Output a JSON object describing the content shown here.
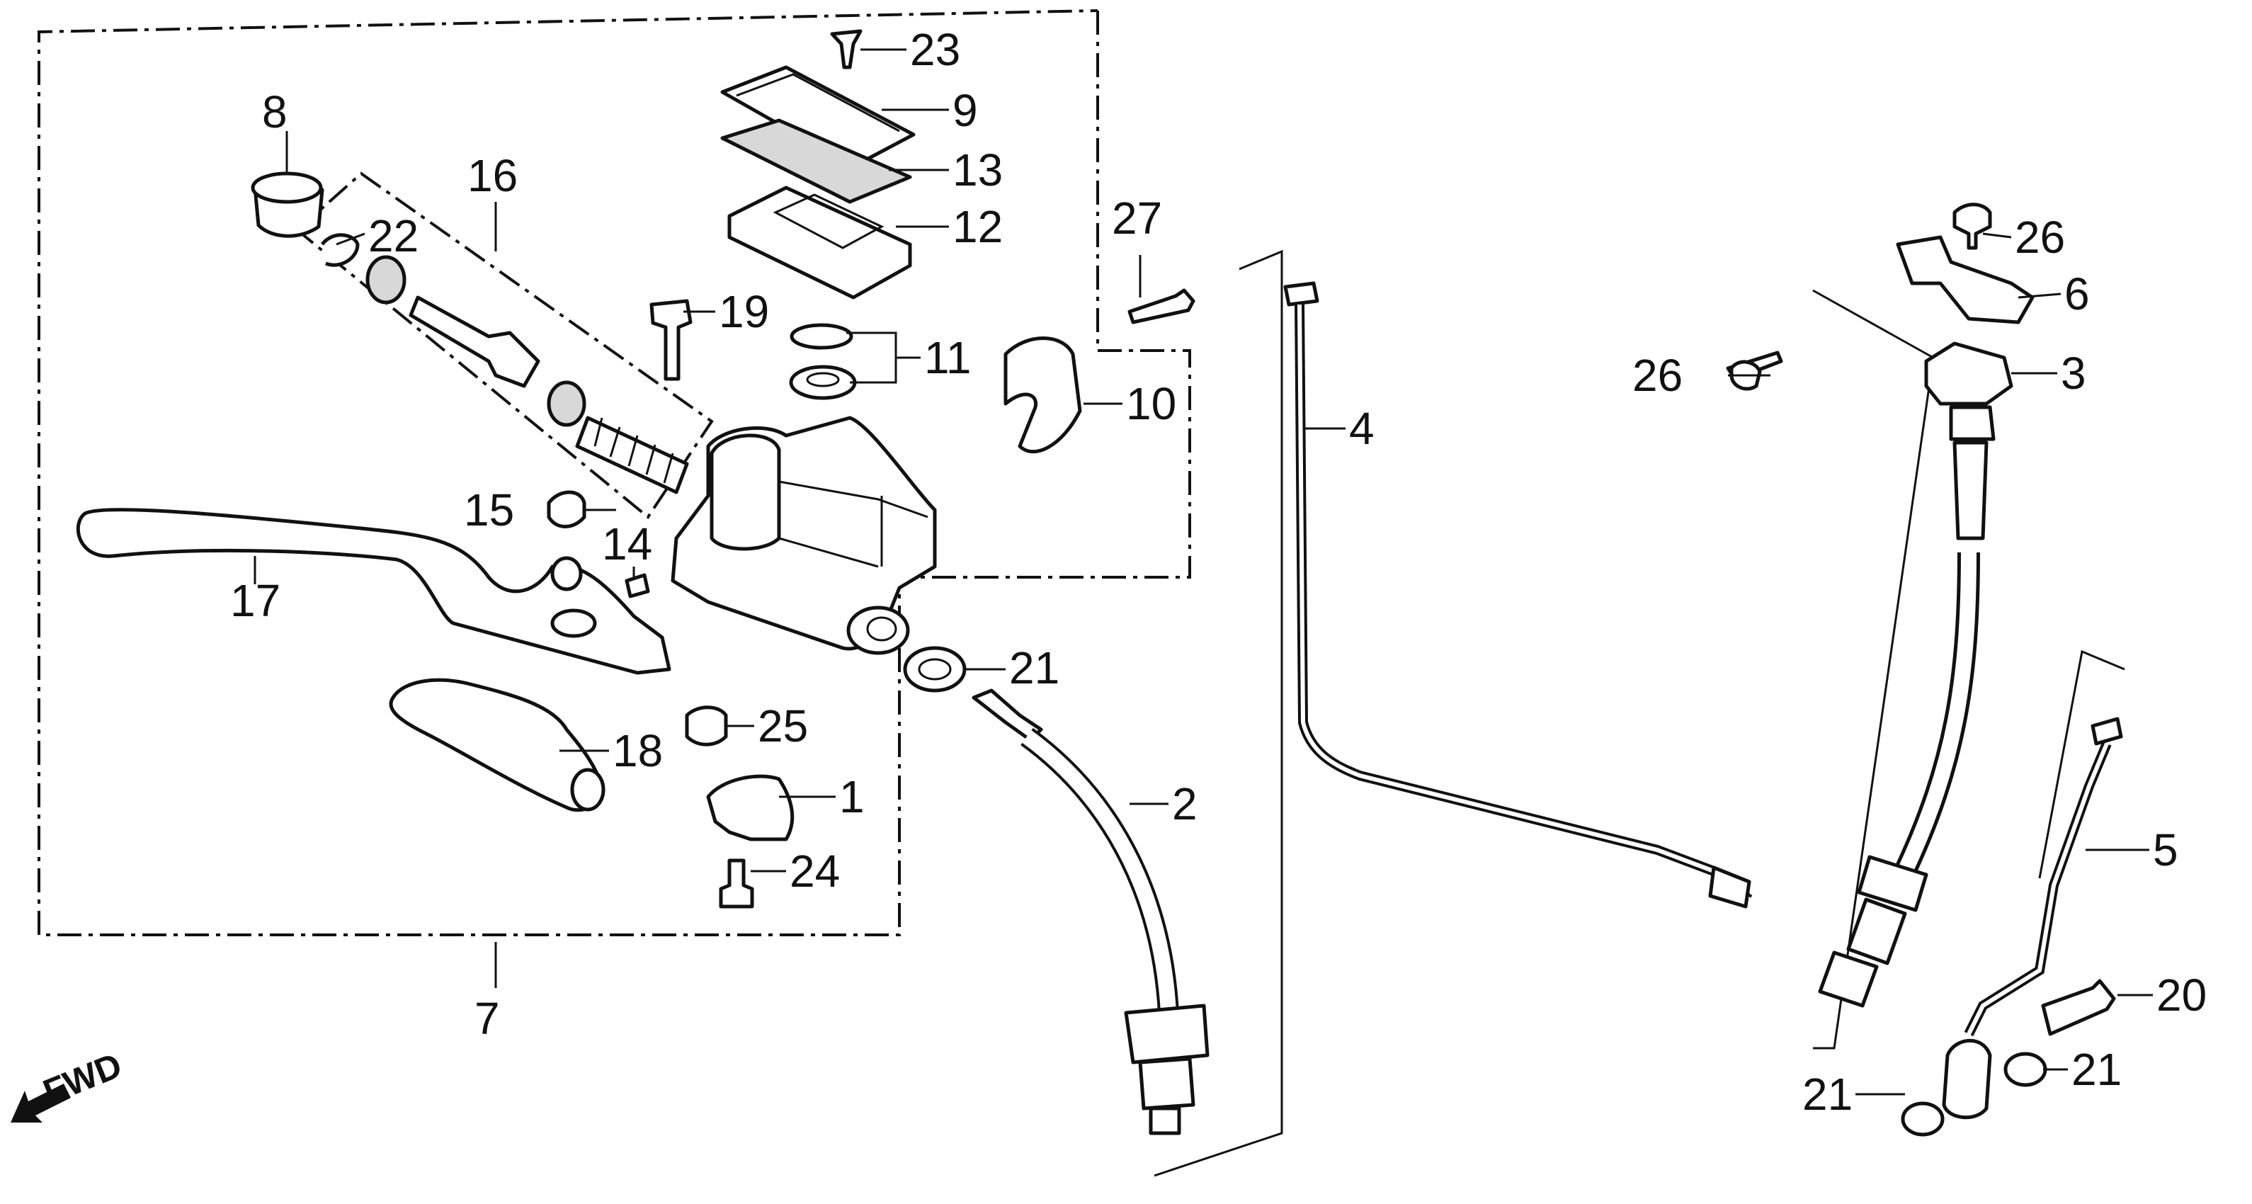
{
  "callouts": {
    "n1": "1",
    "n2": "2",
    "n3": "3",
    "n4": "4",
    "n5": "5",
    "n6": "6",
    "n7": "7",
    "n8": "8",
    "n9": "9",
    "n10": "10",
    "n11": "11",
    "n12": "12",
    "n13": "13",
    "n14": "14",
    "n15": "15",
    "n16": "16",
    "n17": "17",
    "n18": "18",
    "n19": "19",
    "n20": "20",
    "n21a": "21",
    "n21b": "21",
    "n21c": "21",
    "n22": "22",
    "n23": "23",
    "n24": "24",
    "n25": "25",
    "n26a": "26",
    "n26b": "26",
    "n27": "27"
  },
  "direction_label": "FWD"
}
